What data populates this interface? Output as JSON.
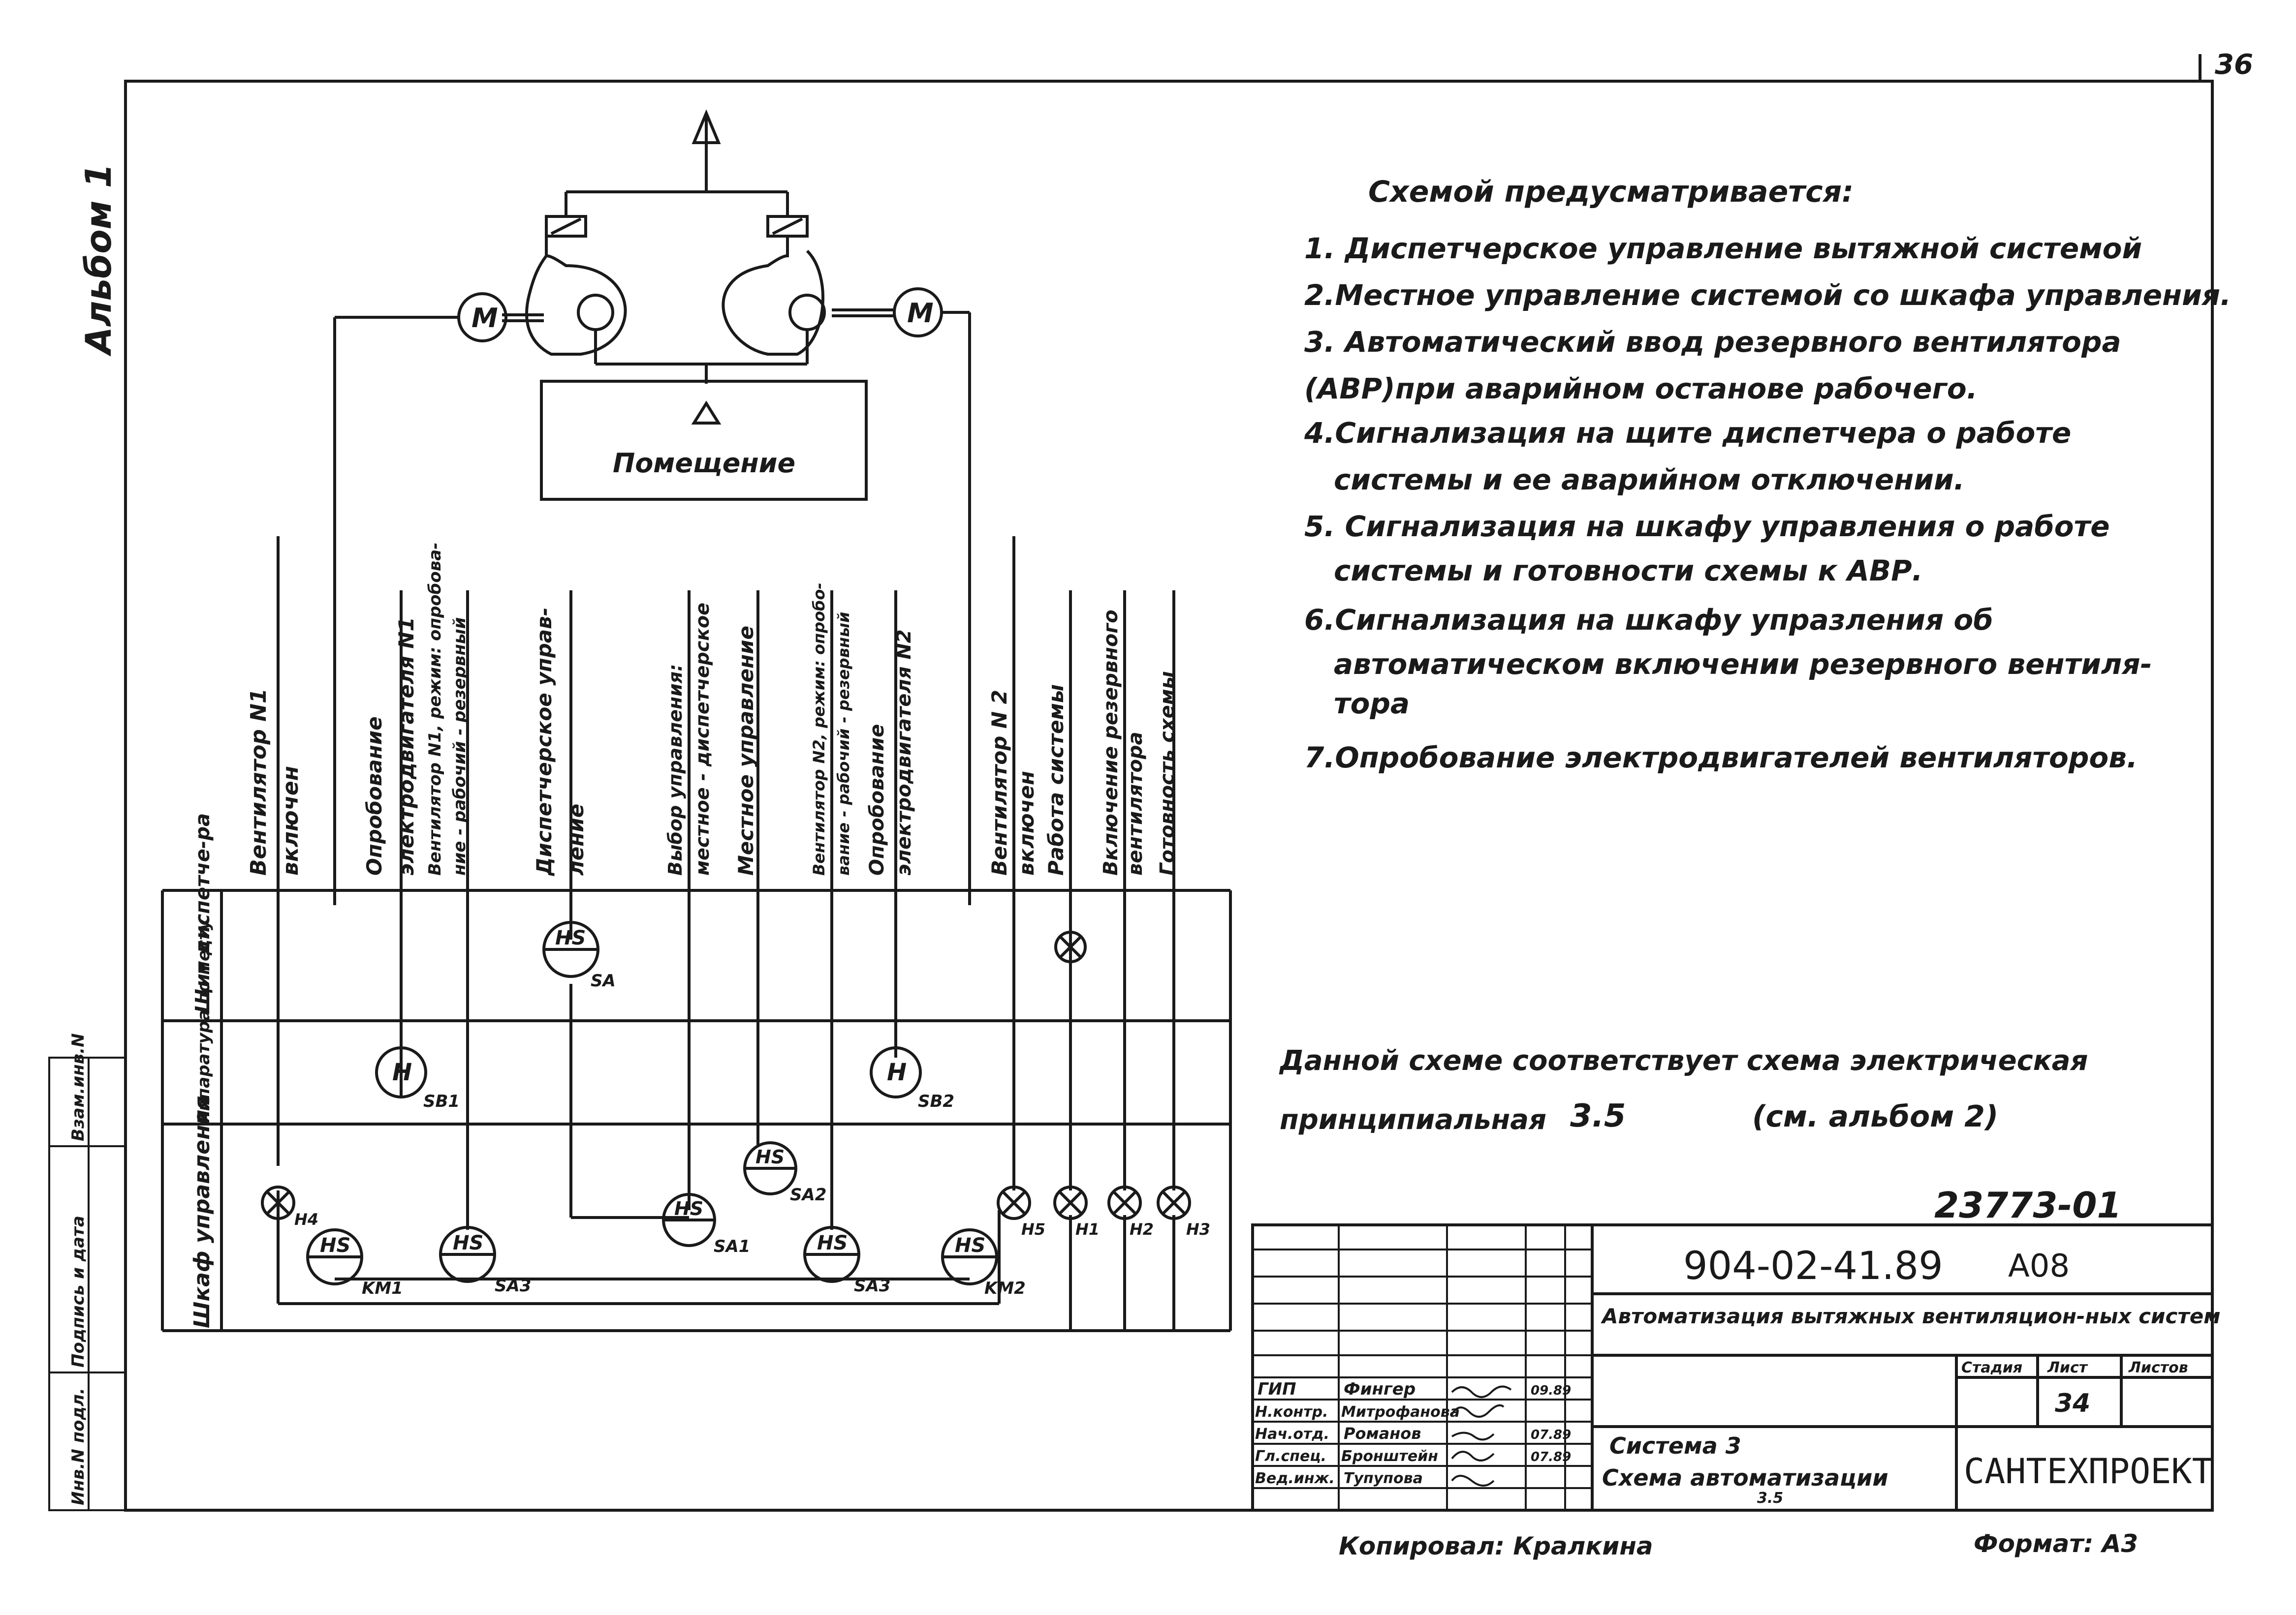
{
  "sheet_number": "36",
  "album_label": "Альбом 1",
  "room_label": "Помещение",
  "motor_symbol": "M",
  "notes": {
    "heading": "Схемой предусматривается:",
    "items": [
      "1. Диспетчерское управление вытяжной системой",
      "2.Местное управление системой со шкафа управления.",
      "3. Автоматический ввод резервного вентилятора",
      "(АВР)при аварийном останове рабочего.",
      "4.Сигнализация на щите диспетчера о работе",
      "системы и ее аварийном отключении.",
      "5. Сигнализация на шкафу управления о работе",
      "системы и готовности схемы к АВР.",
      "6.Сигнализация на шкафу упразления об",
      "автоматическом включении резервного вентиля-",
      "тора",
      "7.Опробование электродвигателей вентиляторов."
    ]
  },
  "reference": {
    "line1": "Данной схеме соответствует схема электрическая",
    "line2_a": "принципиальная",
    "line2_b": "3.5",
    "line2_c": "(см. альбом 2)"
  },
  "column_labels": [
    [
      "Вентилятор N1",
      "включен"
    ],
    [
      "Опробование",
      "электродвигателя N1",
      "Вентилятор N1, режим: опробова-",
      "ние - рабочий - резервный"
    ],
    [
      "Диспетчерское управ-",
      "ление"
    ],
    [
      "Выбор управления:",
      "местное - диспетчерское",
      "Местное управление"
    ],
    [
      "Вентилятор N2, режим: опробо-",
      "вание - рабочий - резервный",
      "Опробование",
      "электродвигателя N2"
    ],
    [
      "Вентилятор N 2",
      "включен",
      "Работа системы"
    ],
    [
      "Включение резервного",
      "вентилятора",
      "Готовность схемы"
    ]
  ],
  "row_labels": {
    "row1": "Щит диспетче-ра",
    "row2": "Аппаратура по месту",
    "row3": "Шкаф управления"
  },
  "devices": {
    "sa": "HS",
    "sa_tag": "SA",
    "sb1": "H",
    "sb1_tag": "SB1",
    "sb2": "H",
    "sb2_tag": "SB2",
    "sa2": "HS",
    "sa2_tag": "SA2",
    "sa1": "HS",
    "sa1_tag": "SA1",
    "km1": "HS",
    "km1_tag": "KM1",
    "sa3a": "HS",
    "sa3a_tag": "SA3",
    "sa3b": "HS",
    "sa3b_tag": "SA3",
    "km2": "HS",
    "km2_tag": "KM2",
    "h4": "H4",
    "h5": "H5",
    "h1": "H1",
    "h2": "H2",
    "h3": "H3"
  },
  "left_stamp": [
    "Инв.N подл.",
    "Подпись и дата",
    "Взам.инв.N"
  ],
  "title_block": {
    "doc_number": "904-02-41.89",
    "series": "А08",
    "handwritten": "23773-01",
    "title": "Автоматизация вытяжных вентиляцион-ных систем",
    "col_stage": "Стадия",
    "col_sheet": "Лист",
    "col_sheets": "Листов",
    "sheet_value": "34",
    "system": "Система 3",
    "scheme": "Схема автоматизации",
    "scheme_sub": "3.5",
    "org": "САНТЕХПРОЕКТ",
    "roles": [
      {
        "role": "ГИП",
        "name": "Фингер",
        "date": "09.89"
      },
      {
        "role": "Н.контр.",
        "name": "Митрофанова",
        "date": ""
      },
      {
        "role": "Нач.отд.",
        "name": "Романов",
        "date": "07.89"
      },
      {
        "role": "Гл.спец.",
        "name": "Бронштейн",
        "date": "07.89"
      },
      {
        "role": "Вед.инж.",
        "name": "Тупупова",
        "date": ""
      }
    ]
  },
  "footer": {
    "copied": "Копировал: Кралкина",
    "format": "Формат: А3"
  }
}
